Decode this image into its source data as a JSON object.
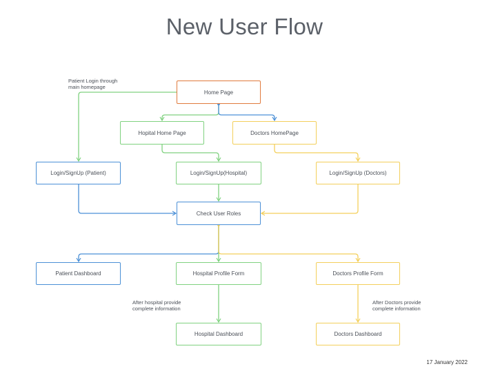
{
  "title": "New User Flow",
  "nodes": {
    "home": "Home Page",
    "hospital_home": "Hopital Home Page",
    "doctors_home": "Doctors HomePage",
    "login_patient": "Login/SignUp (Patient)",
    "login_hospital": "Login/SignUp(Hospital)",
    "login_doctors": "Login/SignUp (Doctors)",
    "check_roles": "Check User Roles",
    "patient_dashboard": "Patient Dashboard",
    "hospital_profile": "Hospital Profile Form",
    "doctors_profile": "Doctors Profile Form",
    "hospital_dashboard": "Hospital Dashboard",
    "doctors_dashboard": "Doctors Dashboard"
  },
  "notes": {
    "patient_login": "Patient Login through\nmain homepage",
    "hospital_info": "After hospital provide\ncomplete information",
    "doctors_info": "After Doctors provide\ncomplete information"
  },
  "date": "17 January 2022",
  "colors": {
    "orange": "#e07a3c",
    "green": "#7fd17f",
    "yellow": "#f3cf5a",
    "blue": "#4a8fd6"
  }
}
